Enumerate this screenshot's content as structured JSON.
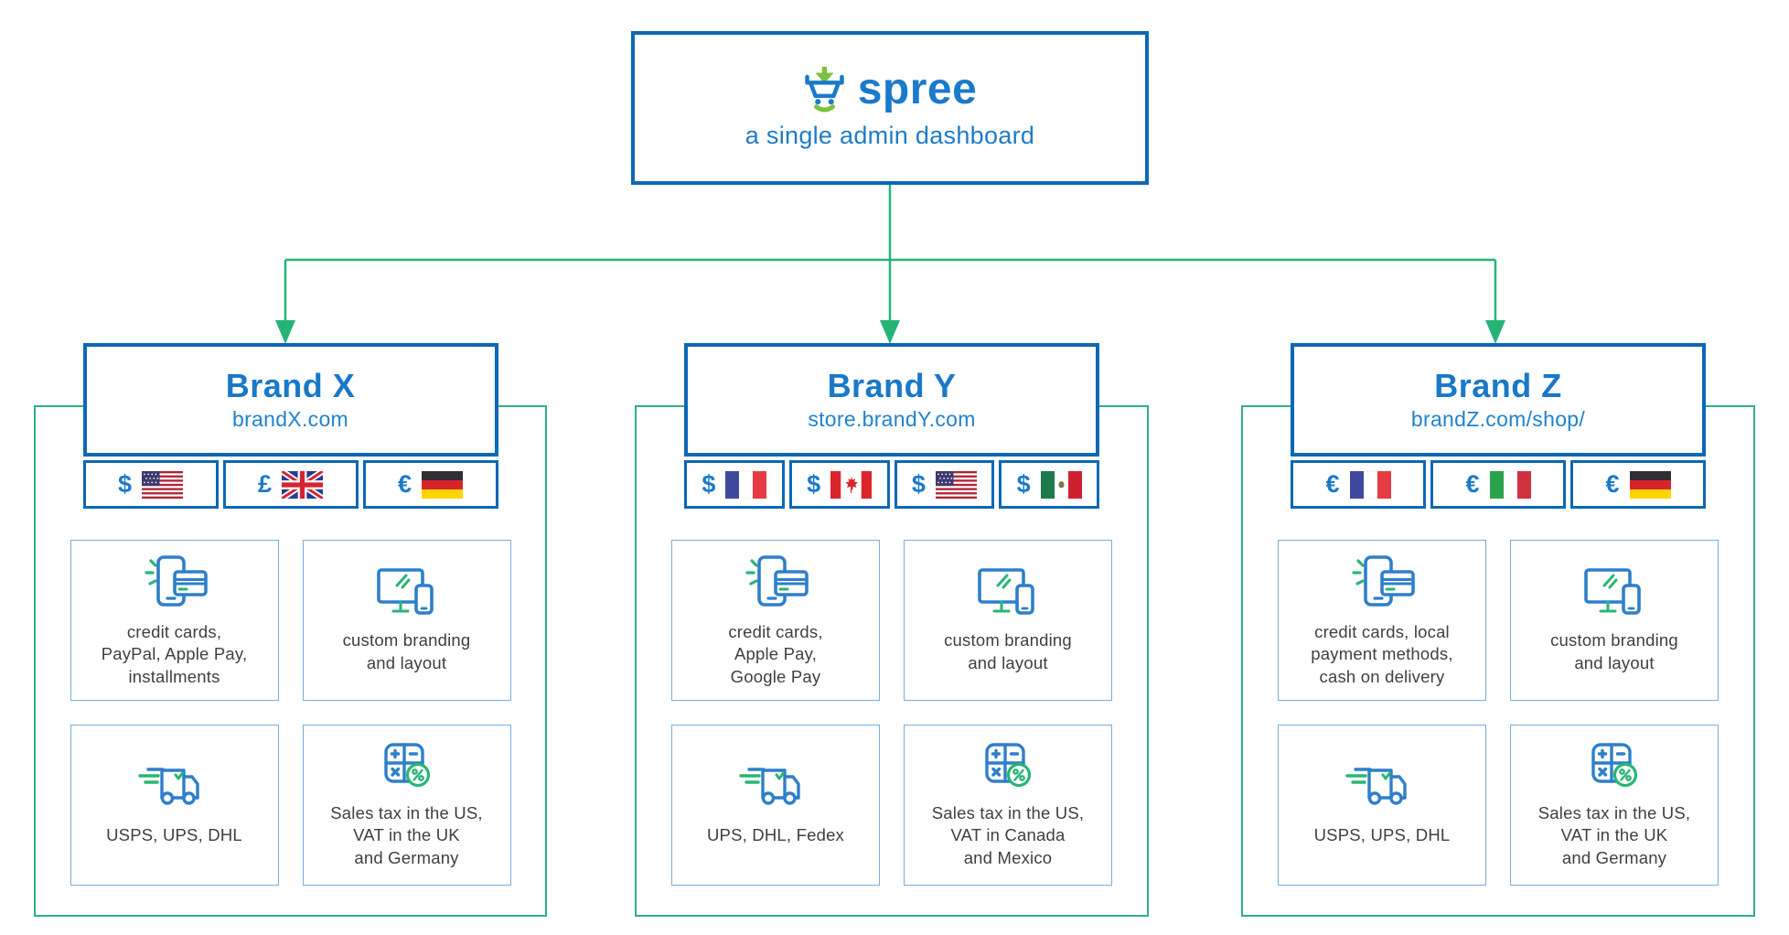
{
  "colors": {
    "dark_blue_border": "#0d68b5",
    "brand_blue": "#1a78c8",
    "icon_blue": "#2e7fca",
    "lime_green": "#7cc242",
    "emerald_green": "#28b673",
    "teal_frame": "#2eb17d",
    "card_border": "#79acdf",
    "text_dark": "#3d3f42"
  },
  "dashboard": {
    "brand": "spree",
    "logo_icon": "spree-cart-icon",
    "subtitle": "a single admin dashboard"
  },
  "brands": [
    {
      "name": "Brand X",
      "domain": "brandX.com",
      "currencies": [
        {
          "symbol": "$",
          "flag": "us-flag",
          "flag_ref": "#flag-us"
        },
        {
          "symbol": "£",
          "flag": "uk-flag",
          "flag_ref": "#flag-uk"
        },
        {
          "symbol": "€",
          "flag": "germany-flag",
          "flag_ref": "#flag-de"
        }
      ],
      "cards": [
        {
          "icon": "payment-icon",
          "label": "credit cards,\nPayPal, Apple Pay,\ninstallments"
        },
        {
          "icon": "branding-icon",
          "label": "custom branding\nand layout"
        },
        {
          "icon": "shipping-icon",
          "label": "USPS, UPS, DHL"
        },
        {
          "icon": "tax-icon",
          "label": "Sales tax in the US,\nVAT in the UK\nand Germany"
        }
      ]
    },
    {
      "name": "Brand Y",
      "domain": "store.brandY.com",
      "currencies": [
        {
          "symbol": "$",
          "flag": "france-flag",
          "flag_ref": "#flag-fr"
        },
        {
          "symbol": "$",
          "flag": "canada-flag",
          "flag_ref": "#flag-ca"
        },
        {
          "symbol": "$",
          "flag": "us-flag",
          "flag_ref": "#flag-us"
        },
        {
          "symbol": "$",
          "flag": "mexico-flag",
          "flag_ref": "#flag-mx"
        }
      ],
      "cards": [
        {
          "icon": "payment-icon",
          "label": "credit cards,\nApple Pay,\nGoogle Pay"
        },
        {
          "icon": "branding-icon",
          "label": "custom branding\nand layout"
        },
        {
          "icon": "shipping-icon",
          "label": "UPS, DHL, Fedex"
        },
        {
          "icon": "tax-icon",
          "label": "Sales tax in the US,\nVAT in Canada\nand Mexico"
        }
      ]
    },
    {
      "name": "Brand Z",
      "domain": "brandZ.com/shop/",
      "currencies": [
        {
          "symbol": "€",
          "flag": "france-flag",
          "flag_ref": "#flag-fr"
        },
        {
          "symbol": "€",
          "flag": "italy-flag",
          "flag_ref": "#flag-it"
        },
        {
          "symbol": "€",
          "flag": "germany-flag",
          "flag_ref": "#flag-de"
        }
      ],
      "cards": [
        {
          "icon": "payment-icon",
          "label": "credit cards, local\npayment methods,\ncash on delivery"
        },
        {
          "icon": "branding-icon",
          "label": "custom branding\nand layout"
        },
        {
          "icon": "shipping-icon",
          "label": "USPS, UPS, DHL"
        },
        {
          "icon": "tax-icon",
          "label": "Sales tax in the US,\nVAT in the UK\nand Germany"
        }
      ]
    }
  ]
}
